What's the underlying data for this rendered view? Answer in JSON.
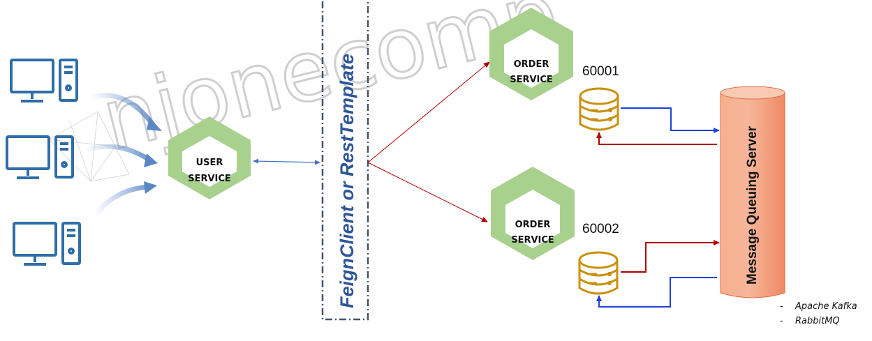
{
  "watermark": "njonecomp",
  "middleware_label": "FeignClient or RestTemplate",
  "user_service": {
    "line1": "USER",
    "line2": "SERVICE"
  },
  "order_service_1": {
    "line1": "ORDER",
    "line2": "SERVICE",
    "port": "60001"
  },
  "order_service_2": {
    "line1": "ORDER",
    "line2": "SERVICE",
    "port": "60002"
  },
  "queue_server": {
    "label": "Message Queuing Server"
  },
  "queue_options": [
    {
      "dash": "-",
      "name": "Apache Kafka"
    },
    {
      "dash": "-",
      "name": "RabbitMQ"
    }
  ],
  "colors": {
    "service_green": "#a9d18e",
    "database_gold": "#c9900c",
    "client_blue": "#2f6ea6",
    "arrow_red": "#b00000",
    "arrow_blue": "#1f3fe0",
    "queue_orange": "#f4a582",
    "middleware_blue": "#2e5597"
  },
  "icons": [
    "desktop-computer-icon",
    "database-icon",
    "hexagon-service-icon"
  ]
}
